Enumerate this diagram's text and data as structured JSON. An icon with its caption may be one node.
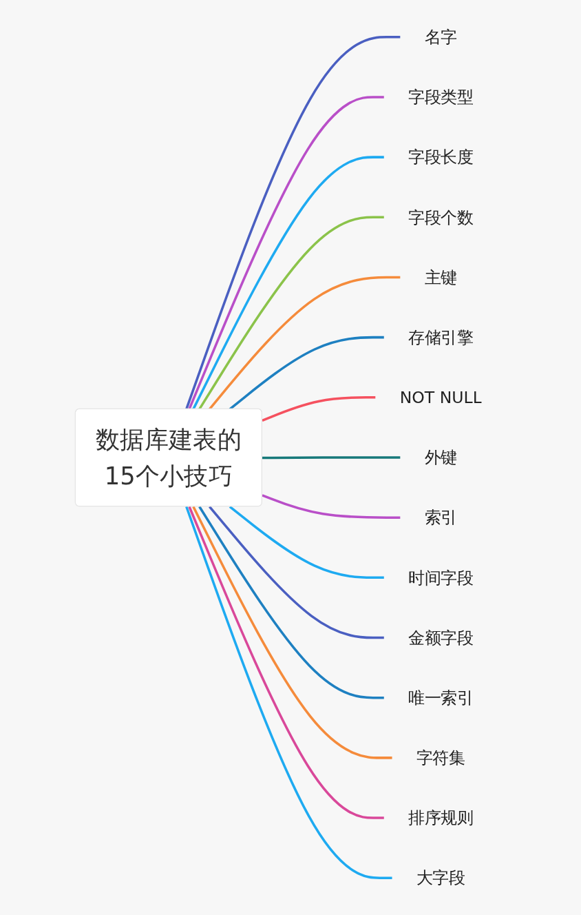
{
  "diagram": {
    "nodes": [
      {
        "text": [
          "数据库建表的15个小技巧"
        ]
      },
      {
        "text": [
          "名字"
        ]
      },
      {
        "text": [
          "字段类型"
        ]
      },
      {
        "text": [
          "字段长度"
        ]
      },
      {
        "text": [
          "字段个数"
        ]
      },
      {
        "text": [
          "主键"
        ]
      },
      {
        "text": [
          "存储引擎"
        ]
      },
      {
        "text": [
          "NOT NULL"
        ]
      },
      {
        "text": [
          "外键"
        ]
      },
      {
        "text": [
          "索引"
        ]
      },
      {
        "text": [
          "时间字段"
        ]
      },
      {
        "text": [
          "金额字段"
        ]
      },
      {
        "text": [
          "唯一索引"
        ]
      },
      {
        "text": [
          "字符集"
        ]
      },
      {
        "text": [
          "排序规则"
        ]
      },
      {
        "text": [
          "大字段"
        ]
      }
    ],
    "edges": [
      {
        "from": 0,
        "to": 1,
        "arrow": "none",
        "color": "#4a5fc1"
      },
      {
        "from": 0,
        "to": 2,
        "arrow": "none",
        "color": "#b94fc8"
      },
      {
        "from": 0,
        "to": 3,
        "arrow": "none",
        "color": "#1eaaf1"
      },
      {
        "from": 0,
        "to": 4,
        "arrow": "none",
        "color": "#8bc34a"
      },
      {
        "from": 0,
        "to": 5,
        "arrow": "none",
        "color": "#f58b3b"
      },
      {
        "from": 0,
        "to": 6,
        "arrow": "none",
        "color": "#1e80c1"
      },
      {
        "from": 0,
        "to": 7,
        "arrow": "none",
        "color": "#f5515f"
      },
      {
        "from": 0,
        "to": 8,
        "arrow": "none",
        "color": "#17797a"
      },
      {
        "from": 0,
        "to": 9,
        "arrow": "none",
        "color": "#b94fc8"
      },
      {
        "from": 0,
        "to": 10,
        "arrow": "none",
        "color": "#1eaaf1"
      },
      {
        "from": 0,
        "to": 11,
        "arrow": "none",
        "color": "#4a5fc1"
      },
      {
        "from": 0,
        "to": 12,
        "arrow": "none",
        "color": "#1e80c1"
      },
      {
        "from": 0,
        "to": 13,
        "arrow": "none",
        "color": "#f58b3b"
      },
      {
        "from": 0,
        "to": 14,
        "arrow": "none",
        "color": "#d9489a"
      },
      {
        "from": 0,
        "to": 15,
        "arrow": "none",
        "color": "#1eaaf1"
      }
    ]
  }
}
